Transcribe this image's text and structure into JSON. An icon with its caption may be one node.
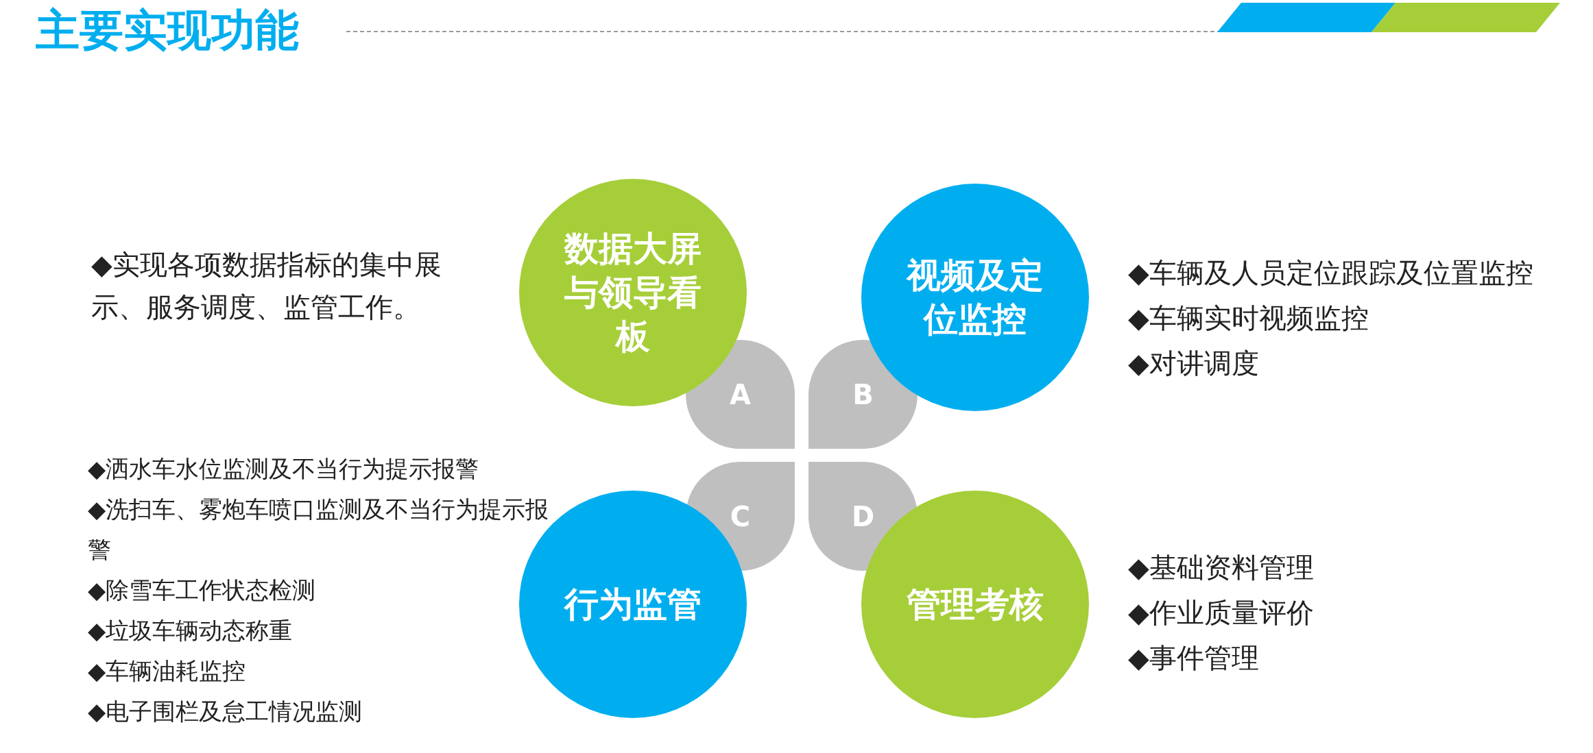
{
  "diagram": {
    "title": "主要实现功能",
    "nodes": [
      {
        "text": [
          "数据大屏与领导看板"
        ],
        "beside": [
          "◆实现各项数据指标的集中展示、服务调度、监管工作。"
        ]
      },
      {
        "text": [
          "视频及定位监控"
        ],
        "beside": [
          "◆车辆及人员定位跟踪及位置监控",
          "◆车辆实时视频监控",
          "◆对讲调度"
        ]
      },
      {
        "text": [
          "A"
        ]
      },
      {
        "text": [
          "B"
        ]
      },
      {
        "text": [
          "C"
        ]
      },
      {
        "text": [
          "D"
        ]
      },
      {
        "text": [
          "行为监管"
        ],
        "beside": [
          "◆洒水车水位监测及不当行为提示报警",
          "◆洗扫车、雾炮车喷口监测及不当行为提示报警",
          "◆除雪车工作状态检测",
          "◆垃圾车辆动态称重",
          "◆车辆油耗监控",
          "◆电子围栏及怠工情况监测"
        ]
      },
      {
        "text": [
          "管理考核"
        ],
        "beside": [
          "◆基础资料管理",
          "◆作业质量评价",
          "◆事件管理"
        ]
      }
    ],
    "edges": []
  }
}
